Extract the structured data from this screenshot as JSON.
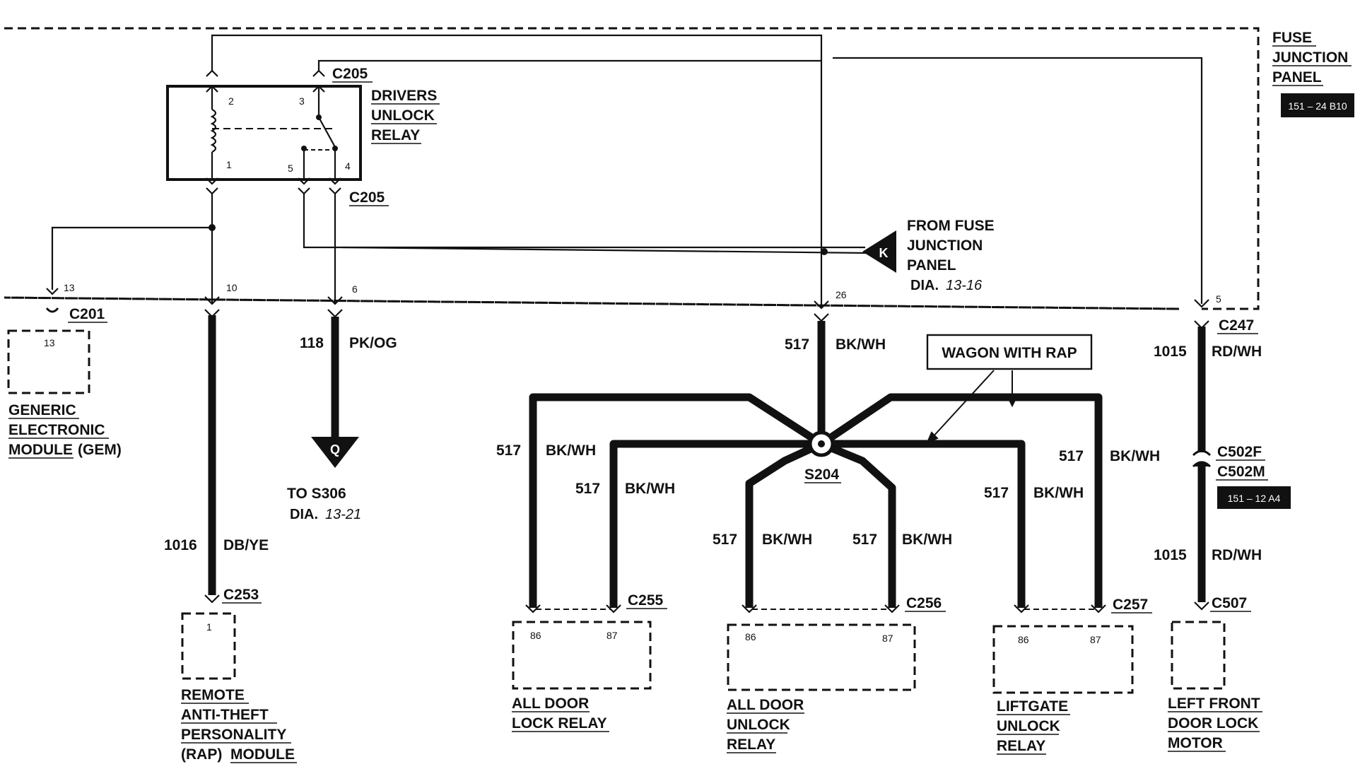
{
  "fuse_junction_panel": {
    "title_lines": [
      "FUSE",
      "JUNCTION",
      "PANEL"
    ],
    "ref": "151 – 24 B10"
  },
  "relay": {
    "name_lines": [
      "DRIVERS",
      "UNLOCK",
      "RELAY"
    ],
    "connector_top": "C205",
    "connector_bottom": "C205",
    "pins": [
      "2",
      "3",
      "1",
      "5",
      "4"
    ]
  },
  "from_fuse": {
    "symbol": "K",
    "lines": [
      "FROM FUSE",
      "JUNCTION",
      "PANEL"
    ],
    "dia_label": "DIA.",
    "dia_num": "13-16"
  },
  "fjp_pins": {
    "p13": "13",
    "p10": "10",
    "p6": "6",
    "p26": "26",
    "p5": "5"
  },
  "gem": {
    "connector": "C201",
    "pin": "13",
    "lines": [
      "GENERIC",
      "ELECTRONIC",
      "MODULE"
    ],
    "suffix": "(GEM)"
  },
  "rap": {
    "wire_num": "1016",
    "color": "DB/YE",
    "connector": "C253",
    "pin": "1",
    "lines": [
      "REMOTE",
      "ANTI-THEFT",
      "PERSONALITY"
    ],
    "last_prefix": "(RAP)",
    "last_word": "MODULE"
  },
  "s306": {
    "wire_num": "118",
    "color": "PK/OG",
    "symbol": "Q",
    "to_label": "TO S306",
    "dia_label": "DIA.",
    "dia_num": "13-21"
  },
  "splice": {
    "name": "S204",
    "wire_num": "517",
    "color": "BK/WH",
    "note": "WAGON WITH RAP"
  },
  "harness_wires": [
    {
      "num": "517",
      "color": "BK/WH"
    },
    {
      "num": "517",
      "color": "BK/WH"
    },
    {
      "num": "517",
      "color": "BK/WH"
    },
    {
      "num": "517",
      "color": "BK/WH"
    },
    {
      "num": "517",
      "color": "BK/WH"
    },
    {
      "num": "517",
      "color": "BK/WH"
    }
  ],
  "lock_relay": {
    "connector": "C255",
    "pin_a": "86",
    "pin_b": "87",
    "lines": [
      "ALL DOOR",
      "LOCK RELAY"
    ]
  },
  "unlock_relay": {
    "connector": "C256",
    "pin_a": "86",
    "pin_b": "87",
    "lines": [
      "ALL DOOR",
      "UNLOCK",
      "RELAY"
    ]
  },
  "liftgate_relay": {
    "connector": "C257",
    "pin_a": "86",
    "pin_b": "87",
    "lines": [
      "LIFTGATE",
      "UNLOCK",
      "RELAY"
    ]
  },
  "door_motor": {
    "wire_num_top": "1015",
    "color_top": "RD/WH",
    "connector_top": "C247",
    "inline_f": "C502F",
    "inline_m": "C502M",
    "inline_ref": "151 – 12 A4",
    "wire_num_bottom": "1015",
    "color_bottom": "RD/WH",
    "connector_bottom": "C507",
    "lines": [
      "LEFT FRONT",
      "DOOR LOCK",
      "MOTOR"
    ]
  }
}
